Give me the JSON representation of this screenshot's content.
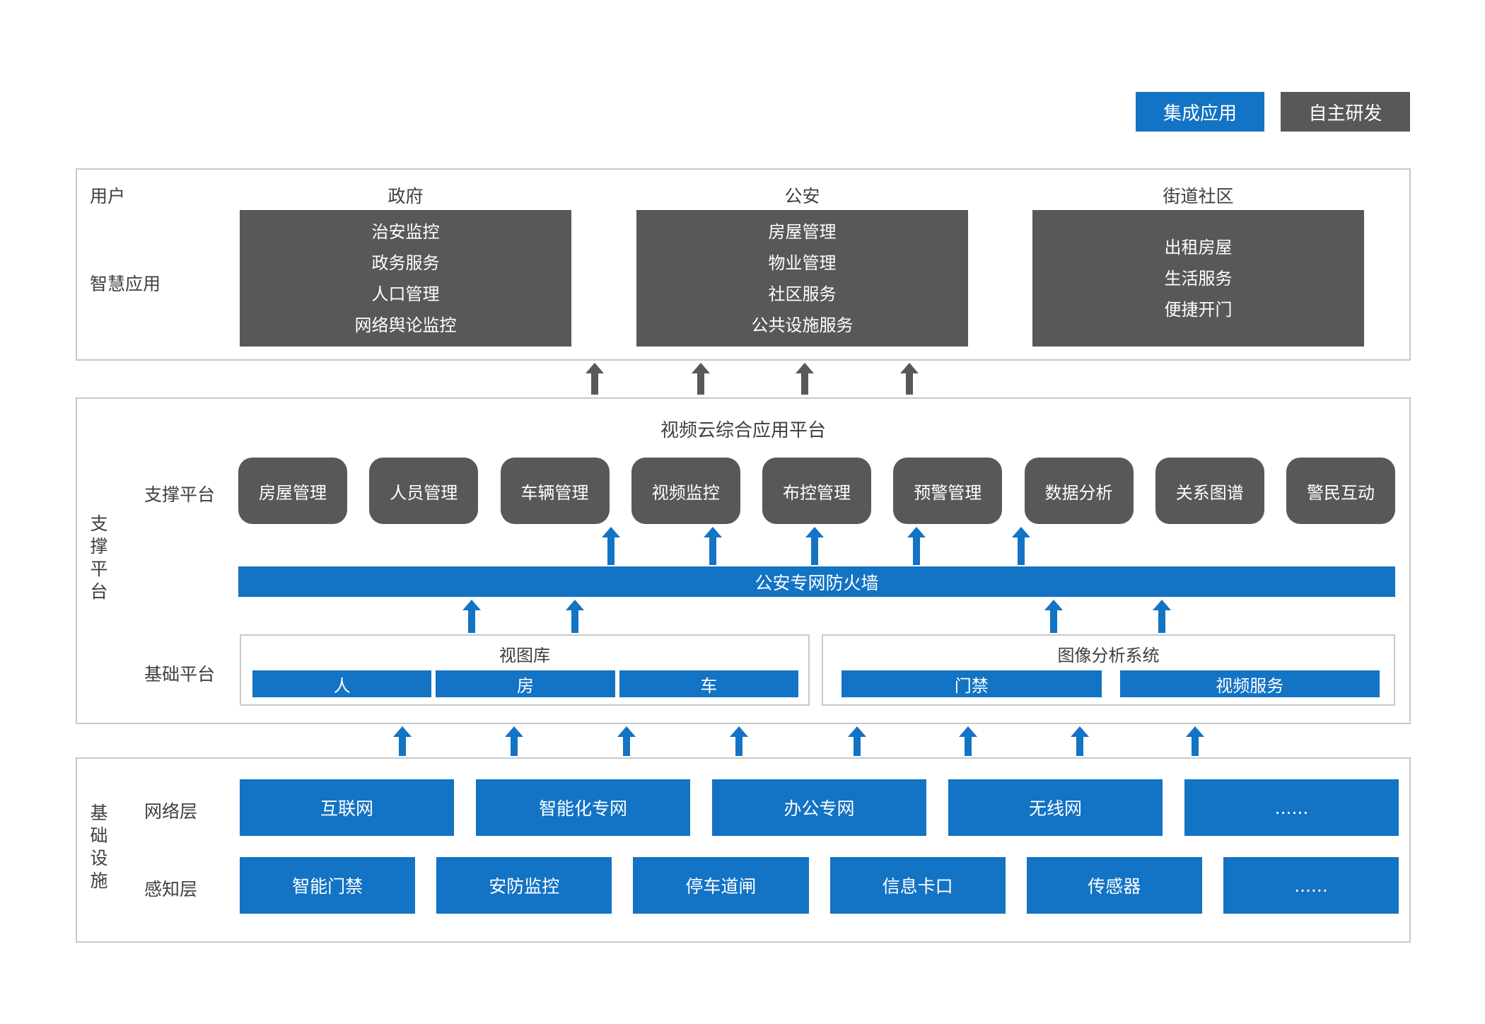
{
  "legend": {
    "integrated_label": "集成应用",
    "self_developed_label": "自主研发"
  },
  "user_layer": {
    "users_label": "用户",
    "smart_apps_label": "智慧应用",
    "columns": [
      {
        "header": "政府",
        "items": [
          "治安监控",
          "政务服务",
          "人口管理",
          "网络舆论监控"
        ]
      },
      {
        "header": "公安",
        "items": [
          "房屋管理",
          "物业管理",
          "社区服务",
          "公共设施服务"
        ]
      },
      {
        "header": "街道社区",
        "items": [
          "出租房屋",
          "生活服务",
          "便捷开门"
        ]
      }
    ]
  },
  "platform_layer": {
    "side_label": "支撑平台",
    "title": "视频云综合应用平台",
    "support_row_label": "支撑平台",
    "support_modules": [
      "房屋管理",
      "人员管理",
      "车辆管理",
      "视频监控",
      "布控管理",
      "预警管理",
      "数据分析",
      "关系图谱",
      "警民互动"
    ],
    "firewall_label": "公安专网防火墙",
    "base_row_label": "基础平台",
    "base_groups": [
      {
        "title": "视图库",
        "items": [
          "人",
          "房",
          "车"
        ]
      },
      {
        "title": "图像分析系统",
        "items": [
          "门禁",
          "视频服务"
        ]
      }
    ]
  },
  "infrastructure_layer": {
    "side_label": "基础设施",
    "rows": [
      {
        "label": "网络层",
        "items": [
          "互联网",
          "智能化专网",
          "办公专网",
          "无线网",
          "......"
        ]
      },
      {
        "label": "感知层",
        "items": [
          "智能门禁",
          "安防监控",
          "停车道闸",
          "信息卡口",
          "传感器",
          "......"
        ]
      }
    ]
  },
  "colors": {
    "blue": "#1373c4",
    "dark_gray": "#58585a",
    "border_gray": "#c9c9c9"
  }
}
